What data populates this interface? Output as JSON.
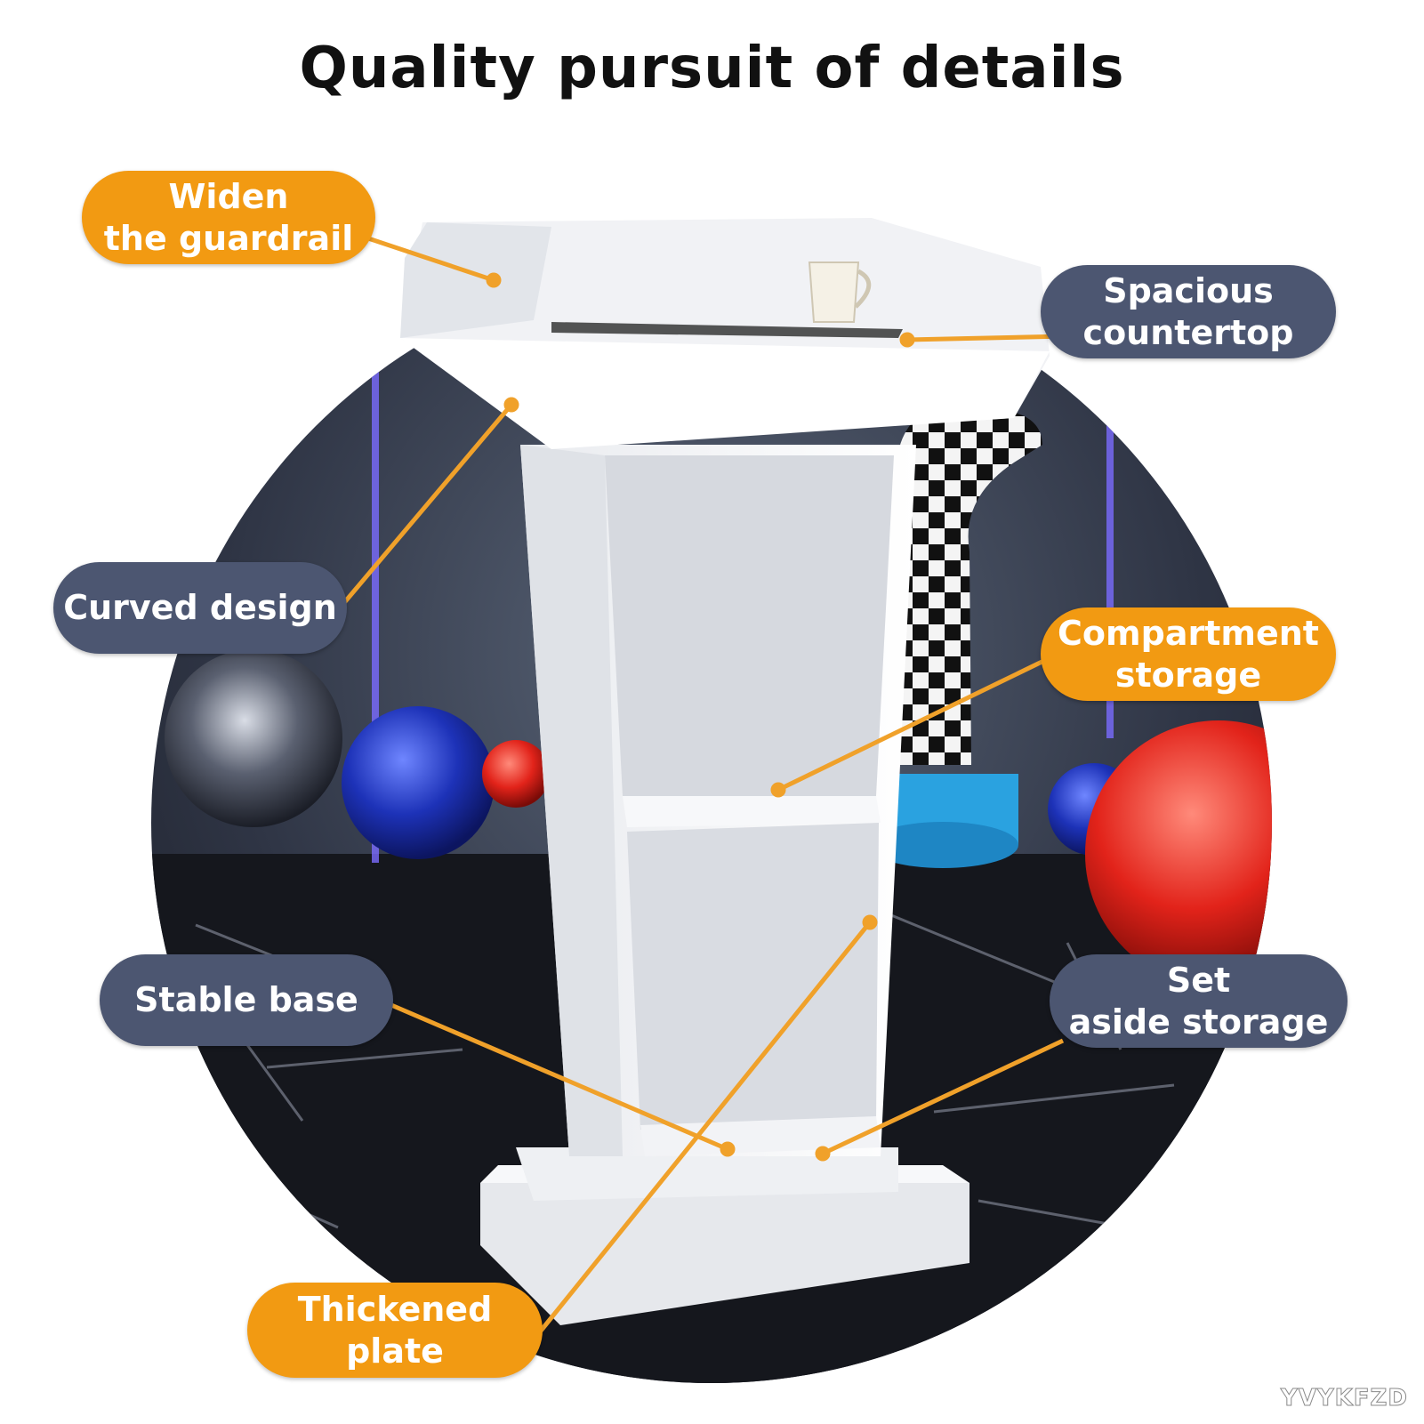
{
  "title": "Quality pursuit of details",
  "brand": "YVYKFZD",
  "colors": {
    "orange": "#F29A12",
    "slate": "#4C5671",
    "leader": "#F0A12A"
  },
  "labels": {
    "guardrail": {
      "line1": "Widen",
      "line2": "the guardrail"
    },
    "countertop": {
      "line1": "Spacious",
      "line2": "countertop"
    },
    "curved": {
      "line1": "Curved design"
    },
    "compartment": {
      "line1": "Compartment",
      "line2": "storage"
    },
    "stable": {
      "line1": "Stable base"
    },
    "setaside": {
      "line1": "Set",
      "line2": "aside storage"
    },
    "thickened": {
      "line1": "Thickened",
      "line2": "plate"
    }
  }
}
